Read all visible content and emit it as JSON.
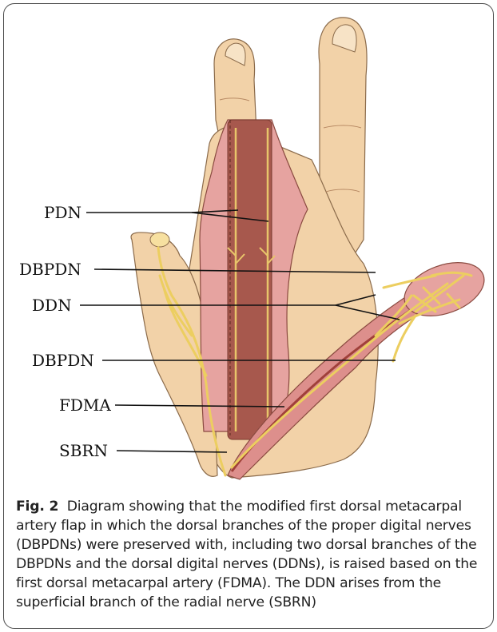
{
  "figure": {
    "labels": {
      "pdn": "PDN",
      "dbpdn_upper": "DBPDN",
      "ddn": "DDN",
      "dbpdn_lower": "DBPDN",
      "fdma": "FDMA",
      "sbrn": "SBRN"
    },
    "caption": {
      "label": "Fig. 2",
      "text": "Diagram showing that the modified first dorsal metacarpal artery flap in which the dorsal branches of the proper digital nerves (DBPDNs) were preserved with, including two dorsal branches of the DBPDNs and the dorsal digital nerves (DDNs), is raised based on the first dorsal metacarpal artery (FDMA). The DDN arises from the superficial branch of the radial nerve (SBRN)"
    }
  },
  "colors": {
    "skin": "#f2d2a8",
    "skin_shadow": "#d9b083",
    "flap": "#dd8f8c",
    "flap_dark": "#a35a4c",
    "nerve": "#f0d060",
    "artery": "#c0504d"
  }
}
